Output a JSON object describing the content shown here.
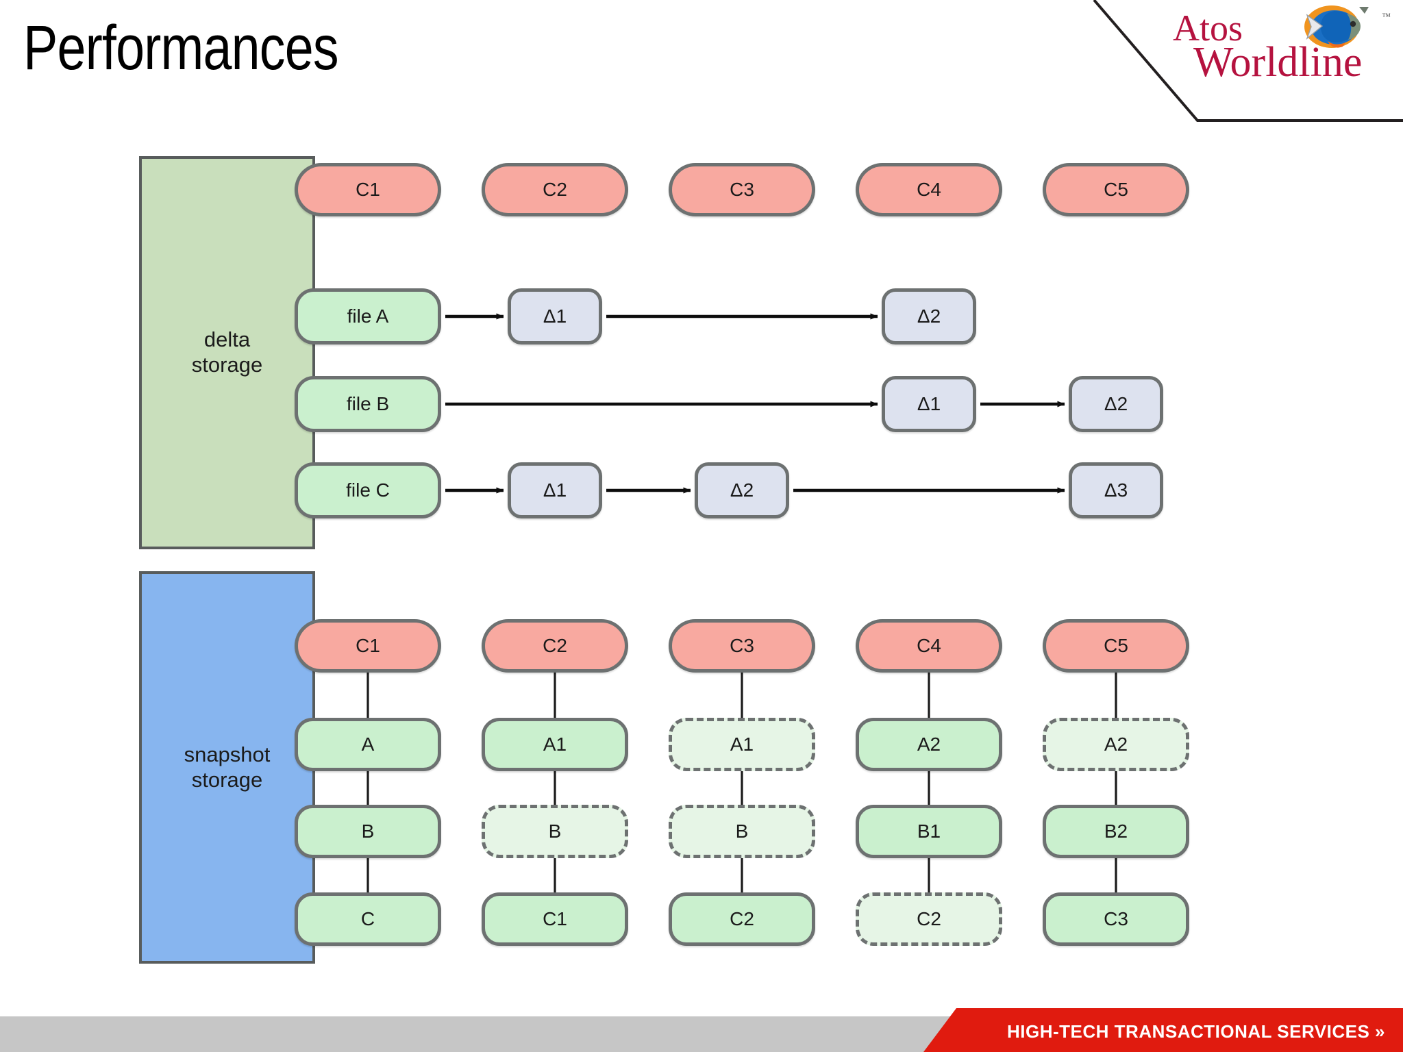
{
  "header": {
    "title": "Performances",
    "logo": {
      "line1": "Atos",
      "line2": "Worldline",
      "tm": "™",
      "icon": "tropical-fish-icon",
      "brand_color": "#b5123f"
    }
  },
  "footer": {
    "banner_text": "HIGH-TECH TRANSACTIONAL SERVICES »",
    "banner_color": "#e01b0f",
    "bar_color": "#c6c6c6"
  },
  "diagram": {
    "sections": [
      {
        "id": "delta",
        "label": "delta\nstorage",
        "label_line1": "delta",
        "label_line2": "storage",
        "color": "#c9dfbc"
      },
      {
        "id": "snapshot",
        "label": "snapshot\nstorage",
        "label_line1": "snapshot",
        "label_line2": "storage",
        "color": "#87b5ef"
      }
    ],
    "delta_storage": {
      "commits": [
        "C1",
        "C2",
        "C3",
        "C4",
        "C5"
      ],
      "rows": [
        {
          "file": "file A",
          "deltas": [
            {
              "label": "Δ1",
              "col": 1
            },
            {
              "label": "Δ2",
              "col": 3
            }
          ]
        },
        {
          "file": "file B",
          "deltas": [
            {
              "label": "Δ1",
              "col": 3
            },
            {
              "label": "Δ2",
              "col": 4
            }
          ]
        },
        {
          "file": "file C",
          "deltas": [
            {
              "label": "Δ1",
              "col": 1
            },
            {
              "label": "Δ2",
              "col": 2
            },
            {
              "label": "Δ3",
              "col": 4
            }
          ]
        }
      ]
    },
    "snapshot_storage": {
      "commits": [
        "C1",
        "C2",
        "C3",
        "C4",
        "C5"
      ],
      "columns": [
        {
          "commit": "C1",
          "cells": [
            {
              "label": "A",
              "ghost": false
            },
            {
              "label": "B",
              "ghost": false
            },
            {
              "label": "C",
              "ghost": false
            }
          ]
        },
        {
          "commit": "C2",
          "cells": [
            {
              "label": "A1",
              "ghost": false
            },
            {
              "label": "B",
              "ghost": true
            },
            {
              "label": "C1",
              "ghost": false
            }
          ]
        },
        {
          "commit": "C3",
          "cells": [
            {
              "label": "A1",
              "ghost": true
            },
            {
              "label": "B",
              "ghost": true
            },
            {
              "label": "C2",
              "ghost": false
            }
          ]
        },
        {
          "commit": "C4",
          "cells": [
            {
              "label": "A2",
              "ghost": false
            },
            {
              "label": "B1",
              "ghost": false
            },
            {
              "label": "C2",
              "ghost": true
            }
          ]
        },
        {
          "commit": "C5",
          "cells": [
            {
              "label": "A2",
              "ghost": true
            },
            {
              "label": "B2",
              "ghost": false
            },
            {
              "label": "C3",
              "ghost": false
            }
          ]
        }
      ]
    }
  }
}
